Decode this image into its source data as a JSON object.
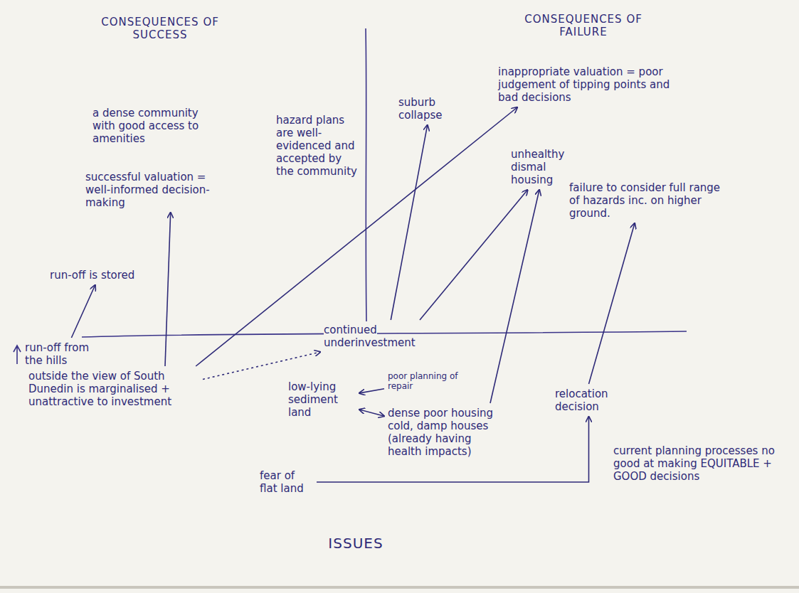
{
  "diagram": {
    "nodes": [
      {
        "text": [
          "suburb collapse"
        ]
      },
      {
        "text": [
          "inappropriate valuation = poor judgement of tipping points and bad decisions"
        ]
      },
      {
        "text": [
          "successful valuation = well-informed decision-making"
        ]
      },
      {
        "text": [
          "unhealthy dismal housing"
        ]
      },
      {
        "text": [
          "failure to consider full range of hazards inc. on higher ground."
        ]
      },
      {
        "text": [
          "run-off is stored"
        ]
      },
      {
        "text": [
          "continued underinvestment"
        ]
      },
      {
        "text": [
          "run-off from the hills"
        ]
      },
      {
        "text": [
          "outside the view of South Dunedin is marginalised + unattractive to investment"
        ]
      },
      {
        "text": [
          "low-lying sediment land"
        ]
      },
      {
        "text": [
          "poor planning of repair"
        ]
      },
      {
        "text": [
          "dense poor housing cold, damp houses (already having health impacts)"
        ]
      },
      {
        "text": [
          "relocation decision"
        ]
      },
      {
        "text": [
          "fear of flat land"
        ]
      }
    ],
    "edges": [
      {
        "from": 7,
        "to": 5,
        "arrow": "to"
      },
      {
        "from": 8,
        "to": 2,
        "arrow": "to"
      },
      {
        "from": 8,
        "to": 1,
        "arrow": "to"
      },
      {
        "from": 8,
        "to": 6,
        "arrow": "to"
      },
      {
        "from": 6,
        "to": 0,
        "arrow": "to"
      },
      {
        "from": 6,
        "to": 3,
        "arrow": "to"
      },
      {
        "from": 10,
        "to": 9,
        "arrow": "to"
      },
      {
        "from": 9,
        "to": 11,
        "arrow": "both"
      },
      {
        "from": 11,
        "to": 3,
        "arrow": "to"
      },
      {
        "from": 13,
        "to": 12,
        "arrow": "to"
      },
      {
        "from": 12,
        "to": 4,
        "arrow": "to"
      }
    ],
    "labels": [
      "CONSEQUENCES OF SUCCESS",
      "CONSEQUENCES OF FAILURE",
      "a dense community with good access to amenities",
      "hazard plans are well-evidenced and accepted by the community",
      "current planning processes no good at making EQUITABLE + GOOD decisions",
      "ISSUES"
    ]
  }
}
